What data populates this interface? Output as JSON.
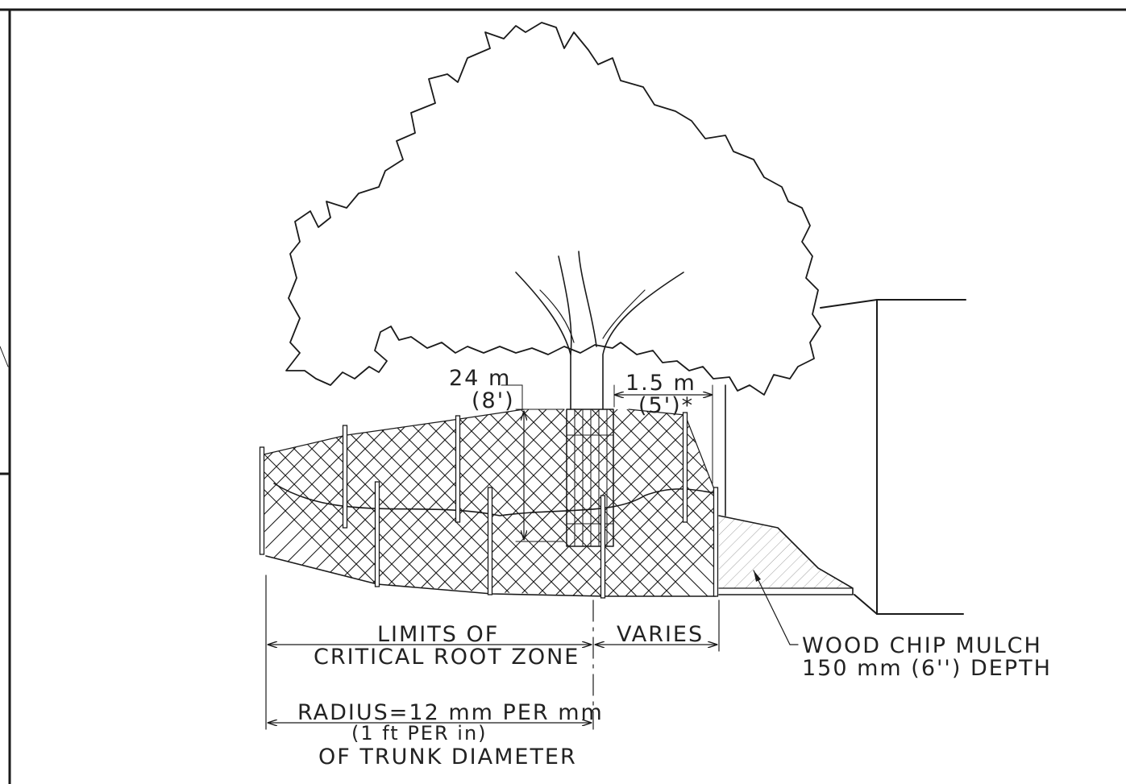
{
  "annotations": {
    "fence_height_metric": "24 m",
    "fence_height_imperial": "(8')",
    "offset_metric": "1.5 m",
    "offset_imperial": "(5')*",
    "limits_line1": "LIMITS OF",
    "limits_line2": "CRITICAL ROOT ZONE",
    "varies": "VARIES",
    "mulch_line1": "WOOD CHIP MULCH",
    "mulch_line2": "150 mm (6'') DEPTH",
    "radius_line1": "RADIUS=12 mm PER mm",
    "radius_line2": "(1 ft PER in)",
    "radius_line3": "OF TRUNK DIAMETER"
  },
  "colors": {
    "ink": "#1a1a1a",
    "background": "#ffffff"
  }
}
